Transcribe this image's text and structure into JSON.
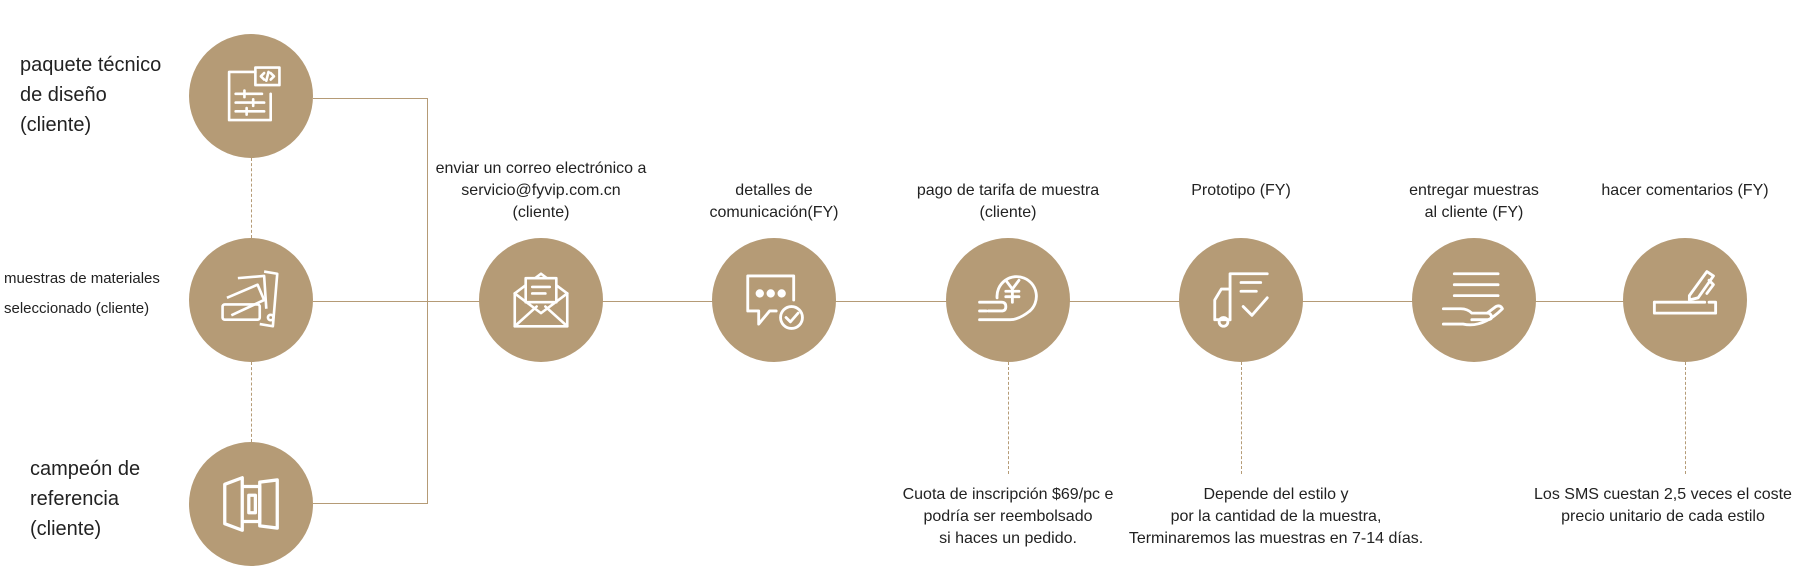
{
  "inputs": {
    "tech_pack": "paquete técnico\nde diseño\n(cliente)",
    "materials": "muestras de materiales\nseleccionado (cliente)",
    "reference": "campeón de\nreferencia\n(cliente)"
  },
  "steps": [
    {
      "label": "enviar un correo electrónico a\nservicio@fyvip.com.cn\n(cliente)",
      "icon": "envelope-icon"
    },
    {
      "label": "detalles de\ncomunicación(FY)",
      "icon": "chat-check-icon"
    },
    {
      "label": "pago de tarifa de muestra\n(cliente)",
      "icon": "yen-coin-hand-icon"
    },
    {
      "label": "Prototipo (FY)",
      "icon": "checklist-truck-icon"
    },
    {
      "label": "entregar muestras\nal cliente (FY)",
      "icon": "hand-lines-icon"
    },
    {
      "label": "hacer comentarios (FY)",
      "icon": "pen-signature-icon"
    }
  ],
  "notes": {
    "fee": "Cuota de inscripción $69/pc e\npodría ser reembolsado\nsi haces un pedido.",
    "prototype": "Depende del estilo y\npor la cantidad de la muestra,\nTerminaremos las muestras en 7-14 días.",
    "feedback": "Los SMS cuestan 2,5 veces el coste\nprecio unitario de cada estilo"
  },
  "colors": {
    "accent": "#b59b76",
    "text": "#222222",
    "background": "#ffffff"
  }
}
